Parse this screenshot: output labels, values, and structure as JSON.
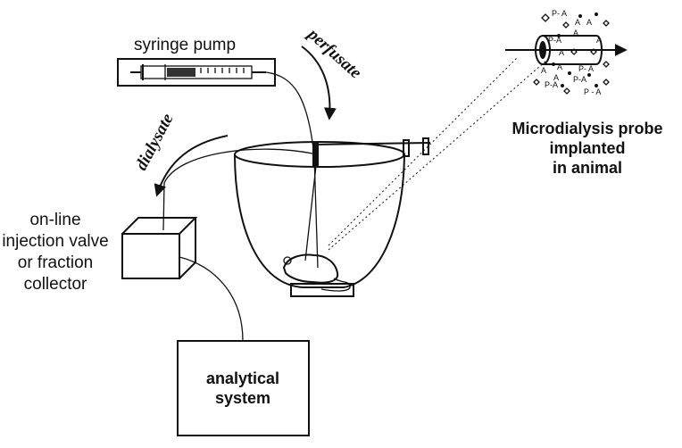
{
  "labels": {
    "syringe_pump": "syringe pump",
    "perfusate": "perfusate",
    "dialysate": "dialysate",
    "valve": [
      "on-line",
      "injection valve",
      "or fraction",
      "collector"
    ],
    "analytical": [
      "analytical",
      "system"
    ],
    "probe_caption": [
      "Microdialysis probe",
      "implanted",
      "in animal"
    ],
    "molecule_tags": [
      "P- A",
      "A",
      "P-A",
      "A",
      "A",
      "A",
      "P- A",
      "A",
      "P-A",
      "A",
      "P-A",
      "P - A",
      "A",
      "A"
    ]
  },
  "colors": {
    "ink": "#111111",
    "background": "#ffffff"
  }
}
